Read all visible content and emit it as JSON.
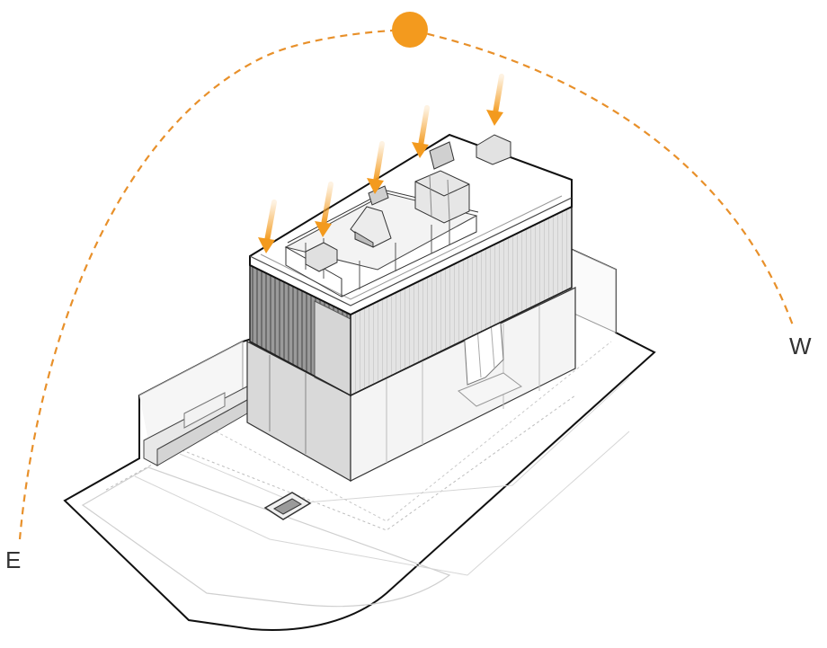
{
  "labels": {
    "east": "E",
    "west": "W"
  },
  "colors": {
    "sun": "#F39A1E",
    "sun_path": "#E8902A",
    "sun_rays": "#F6A93C",
    "outline": "#111111",
    "facade_dark": "#8a8a8a",
    "facade_mid": "#c9c9c9",
    "facade_light": "#efefef",
    "ground_lines": "#bdbdbd"
  },
  "elements": {
    "sun": "sun-icon",
    "rays": "down-arrow-icon",
    "building": "building-axonometric"
  }
}
